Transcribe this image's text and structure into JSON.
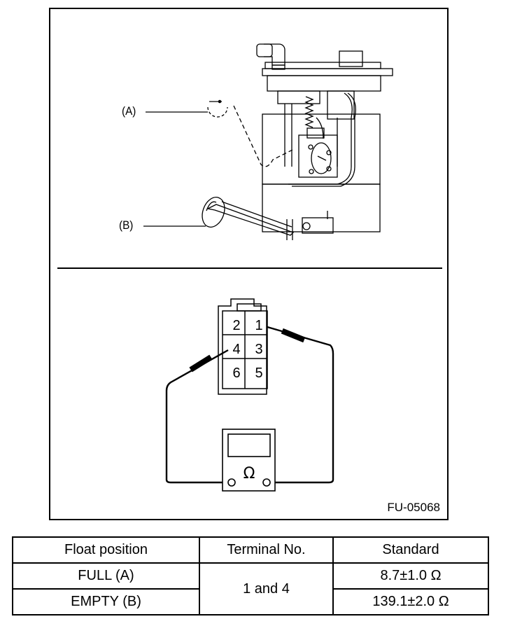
{
  "figure": {
    "id": "FU-05068",
    "callouts": {
      "a": "(A)",
      "b": "(B)"
    },
    "connector_terminals": [
      "2",
      "1",
      "4",
      "3",
      "6",
      "5"
    ],
    "meter_symbol": "Ω"
  },
  "table": {
    "headers": [
      "Float position",
      "Terminal No.",
      "Standard"
    ],
    "rows": [
      {
        "position": "FULL (A)",
        "terminal": "1 and 4",
        "standard": "8.7±1.0 Ω"
      },
      {
        "position": "EMPTY (B)",
        "terminal": "1 and 4",
        "standard": "139.1±2.0 Ω"
      }
    ]
  }
}
